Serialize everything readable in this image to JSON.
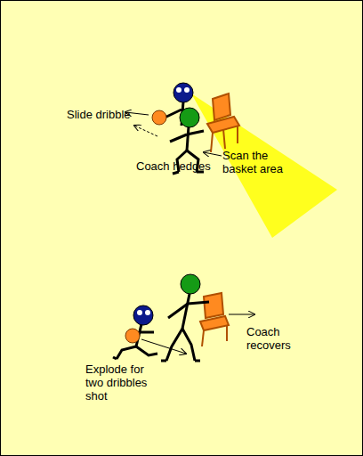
{
  "diagram": {
    "labels": [
      "Slide dribble",
      "Coach hedges",
      "Scan the basket area",
      "Explode for two dribbles shot",
      "Coach recovers"
    ]
  }
}
